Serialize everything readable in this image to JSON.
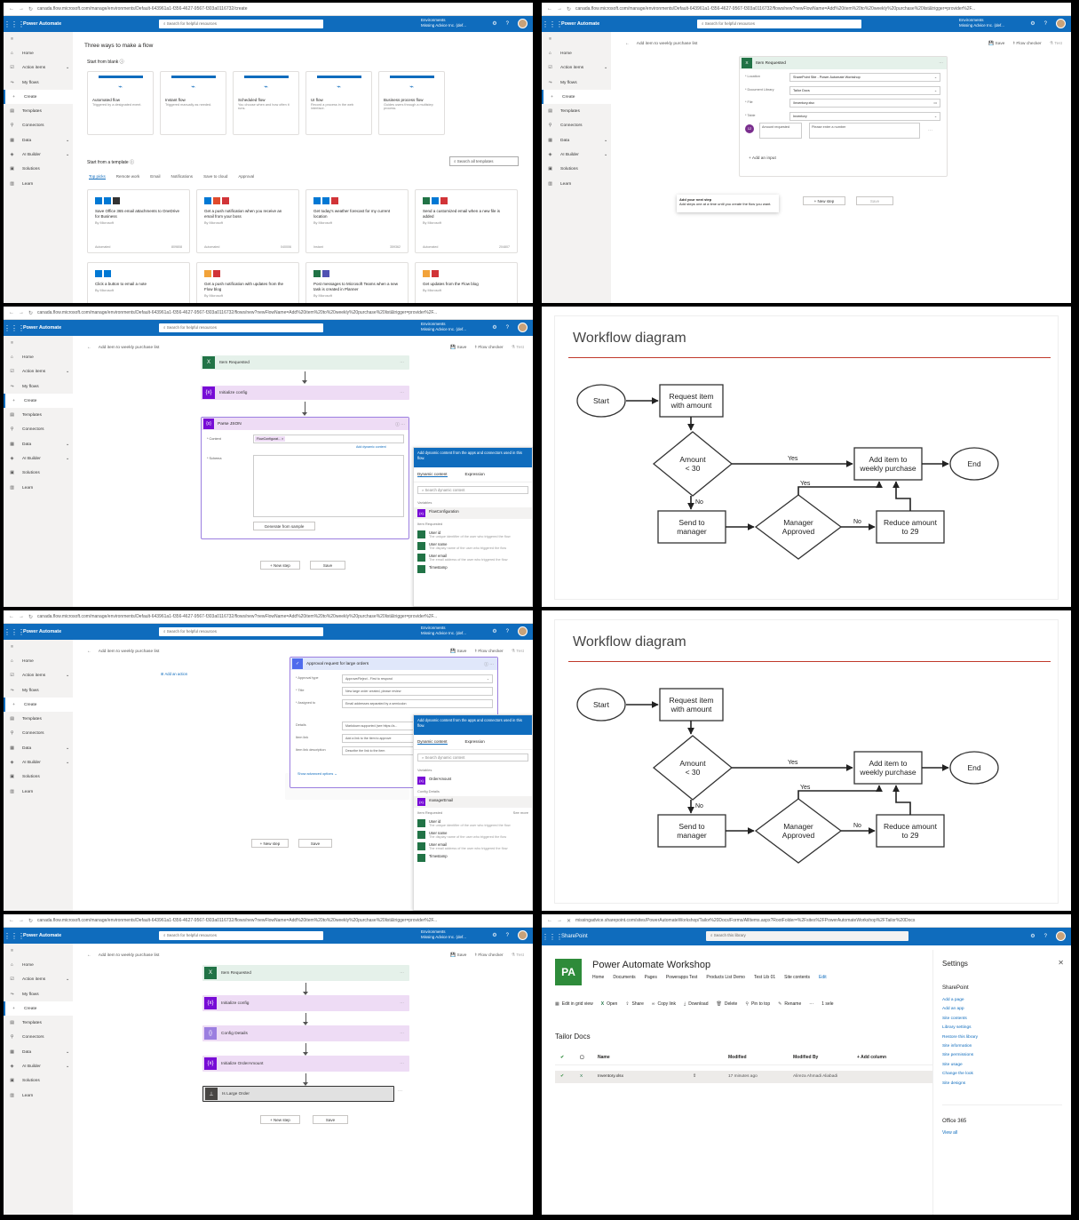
{
  "app": {
    "name": "Power Automate",
    "search_placeholder": "Search for helpful resources",
    "env_label": "Environments",
    "env_name": "Missing Advice Inc. (def...",
    "urls": {
      "p1": "canada.flow.microsoft.com/manage/environments/Default-643961a1-f356-4627-9567-f303a0116732/create",
      "p2": "canada.flow.microsoft.com/manage/environments/Default-643961a1-f356-4627-9567-f303a0116732/flows/new?newFlowName=Add%20item%20to%20weekly%20purchase%20list&trigger=provider%2F...",
      "p8": "missingadvice.sharepoint.com/sites/PowerAutomateWorkshop/Tailor%20Docs/Forms/AllItems.aspx?RootFolder=%2Fsites%2FPowerAutomateWorkshop%2FTailor%20Docs"
    }
  },
  "sidebar": {
    "items": [
      "Home",
      "Action items",
      "My flows",
      "Create",
      "Templates",
      "Connectors",
      "Data",
      "AI Builder",
      "Solutions",
      "Learn"
    ]
  },
  "p1": {
    "heading": "Three ways to make a flow",
    "blank_label": "Start from blank",
    "flow_types": [
      {
        "name": "Automated flow",
        "desc": "Triggered by a designated event."
      },
      {
        "name": "Instant flow",
        "desc": "Triggered manually as needed."
      },
      {
        "name": "Scheduled flow",
        "desc": "You choose when and how often it runs."
      },
      {
        "name": "UI flow",
        "desc": "Record a process in the web interface."
      },
      {
        "name": "Business process flow",
        "desc": "Guides users through a multistep process."
      }
    ],
    "template_label": "Start from a template",
    "search_templates": "Search all templates",
    "tabs": [
      "Top picks",
      "Remote work",
      "Email",
      "Notifications",
      "Save to cloud",
      "Approval"
    ],
    "templates": [
      {
        "title": "Save Office 365 email attachments to OneDrive for Business",
        "by": "By Microsoft",
        "kind": "Automated",
        "count": "809808"
      },
      {
        "title": "Get a push notification when you receive an email from your boss",
        "by": "By Microsoft",
        "kind": "Automated",
        "count": "040006"
      },
      {
        "title": "Get today's weather forecast for my current location",
        "by": "By Microsoft",
        "kind": "Instant",
        "count": "359362"
      },
      {
        "title": "Send a customized email when a new file is added",
        "by": "By Microsoft",
        "kind": "Automated",
        "count": "204807"
      },
      {
        "title": "Click a button to email a note",
        "by": "By Microsoft",
        "kind": "",
        "count": ""
      },
      {
        "title": "Get a push notification with updates from the Flow blog",
        "by": "By Microsoft",
        "kind": "",
        "count": ""
      },
      {
        "title": "Post messages to Microsoft Teams when a new task is created in Planner",
        "by": "By Microsoft",
        "kind": "",
        "count": ""
      },
      {
        "title": "Get updates from the Flow blog",
        "by": "By Microsoft",
        "kind": "",
        "count": ""
      }
    ]
  },
  "editor": {
    "flow_name": "Add item to weekly purchase list",
    "save": "Save",
    "checker": "Flow checker",
    "test": "Test",
    "new_step": "+ New step",
    "save_btn": "Save"
  },
  "p2": {
    "trigger": "Item Requested",
    "fields": [
      {
        "label": "* Location",
        "value": "SharePoint Site - Power Automate Workshop"
      },
      {
        "label": "* Document Library",
        "value": "Tailor Docs"
      },
      {
        "label": "* File",
        "value": "/Inventory.xlsx"
      },
      {
        "label": "* Table",
        "value": "Inventory"
      }
    ],
    "input_name": "Amount requested",
    "input_placeholder": "Please enter a number",
    "add_input": "+ Add an input",
    "next_title": "Add your next step",
    "next_desc": "Add steps one at a time until you create the flow you want."
  },
  "p3": {
    "steps": [
      "Item Requested",
      "Initialize config",
      "Parse JSON"
    ],
    "content_label": "* Content",
    "content_token": "FlowConfigurat...",
    "schema_label": "* Schema",
    "add_dynamic": "Add dynamic content",
    "generate": "Generate from sample",
    "dyn_header": "Add dynamic content from the apps and connectors used in this flow.",
    "dyn_tabs": [
      "Dynamic content",
      "Expression"
    ],
    "dyn_search": "Search dynamic content",
    "sec_variables": "Variables",
    "var_item": "FlowConfiguration",
    "sec_item": "Item Requested",
    "rows": [
      {
        "t": "User id",
        "d": "The unique identifier of the user who triggered the flow"
      },
      {
        "t": "User name",
        "d": "The display name of the user who triggered the flow"
      },
      {
        "t": "User email",
        "d": "The email address of the user who triggered the flow"
      },
      {
        "t": "Timestamp",
        "d": ""
      }
    ]
  },
  "diagram": {
    "title": "Workflow diagram",
    "start": "Start",
    "request": [
      "Request item",
      "with amount"
    ],
    "decision": [
      "Amount",
      "< 30"
    ],
    "add": [
      "Add item to",
      "weekly purchase"
    ],
    "end": "End",
    "send": [
      "Send to",
      "manager"
    ],
    "approved": [
      "Manager",
      "Approved"
    ],
    "reduce": [
      "Reduce amount",
      "to 29"
    ],
    "yes": "Yes",
    "no": "No"
  },
  "p5": {
    "add_action": "Add an action",
    "card_title": "Approval request for large orders",
    "fields": [
      {
        "label": "* Approval type",
        "value": "Approve/Reject - First to respond"
      },
      {
        "label": "* Title",
        "value": "New large order created, please review"
      },
      {
        "label": "* Assigned to",
        "value": "Email addresses separated by a semicolon"
      },
      {
        "label": "Details",
        "value": "Markdown supported (see https://a..."
      },
      {
        "label": "Item link",
        "value": "Add a link to the item to approve"
      },
      {
        "label": "Item link description",
        "value": "Describe the link to the item"
      }
    ],
    "advanced": "Show advanced options",
    "var_item": "OrderAmount",
    "sec_config": "Config Details",
    "config_item": "managerEmail",
    "see_more": "See more"
  },
  "p7": {
    "steps": [
      "Item Requested",
      "Initialize config",
      "Config Details",
      "Initialize OrderAmount",
      "Is Large Order"
    ]
  },
  "p8": {
    "brand": "SharePoint",
    "search": "Search this library",
    "logo": "PA",
    "site": "Power Automate Workshop",
    "nav": [
      "Home",
      "Documents",
      "Pages",
      "Powerapps Test",
      "Products List Demo",
      "Test Lib 01",
      "Site contents",
      "Edit"
    ],
    "cmds": [
      "Edit in grid view",
      "Open",
      "Share",
      "Copy link",
      "Download",
      "Delete",
      "Pin to top",
      "Rename"
    ],
    "selected": "1 sele",
    "library": "Tailor Docs",
    "cols": [
      "Name",
      "Modified",
      "Modified By",
      "+ Add column"
    ],
    "file": {
      "name": "Inventory.xlsx",
      "modified": "17 minutes ago",
      "by": "Alireza Ahmadi Aliabadi"
    },
    "settings_title": "Settings",
    "settings_head": "SharePoint",
    "settings": [
      "Add a page",
      "Add an app",
      "Site contents",
      "Library settings",
      "Restore this library",
      "Site information",
      "Site permissions",
      "Site usage",
      "Change the look",
      "Site designs"
    ],
    "o365": "Office 365",
    "view_all": "View all"
  }
}
